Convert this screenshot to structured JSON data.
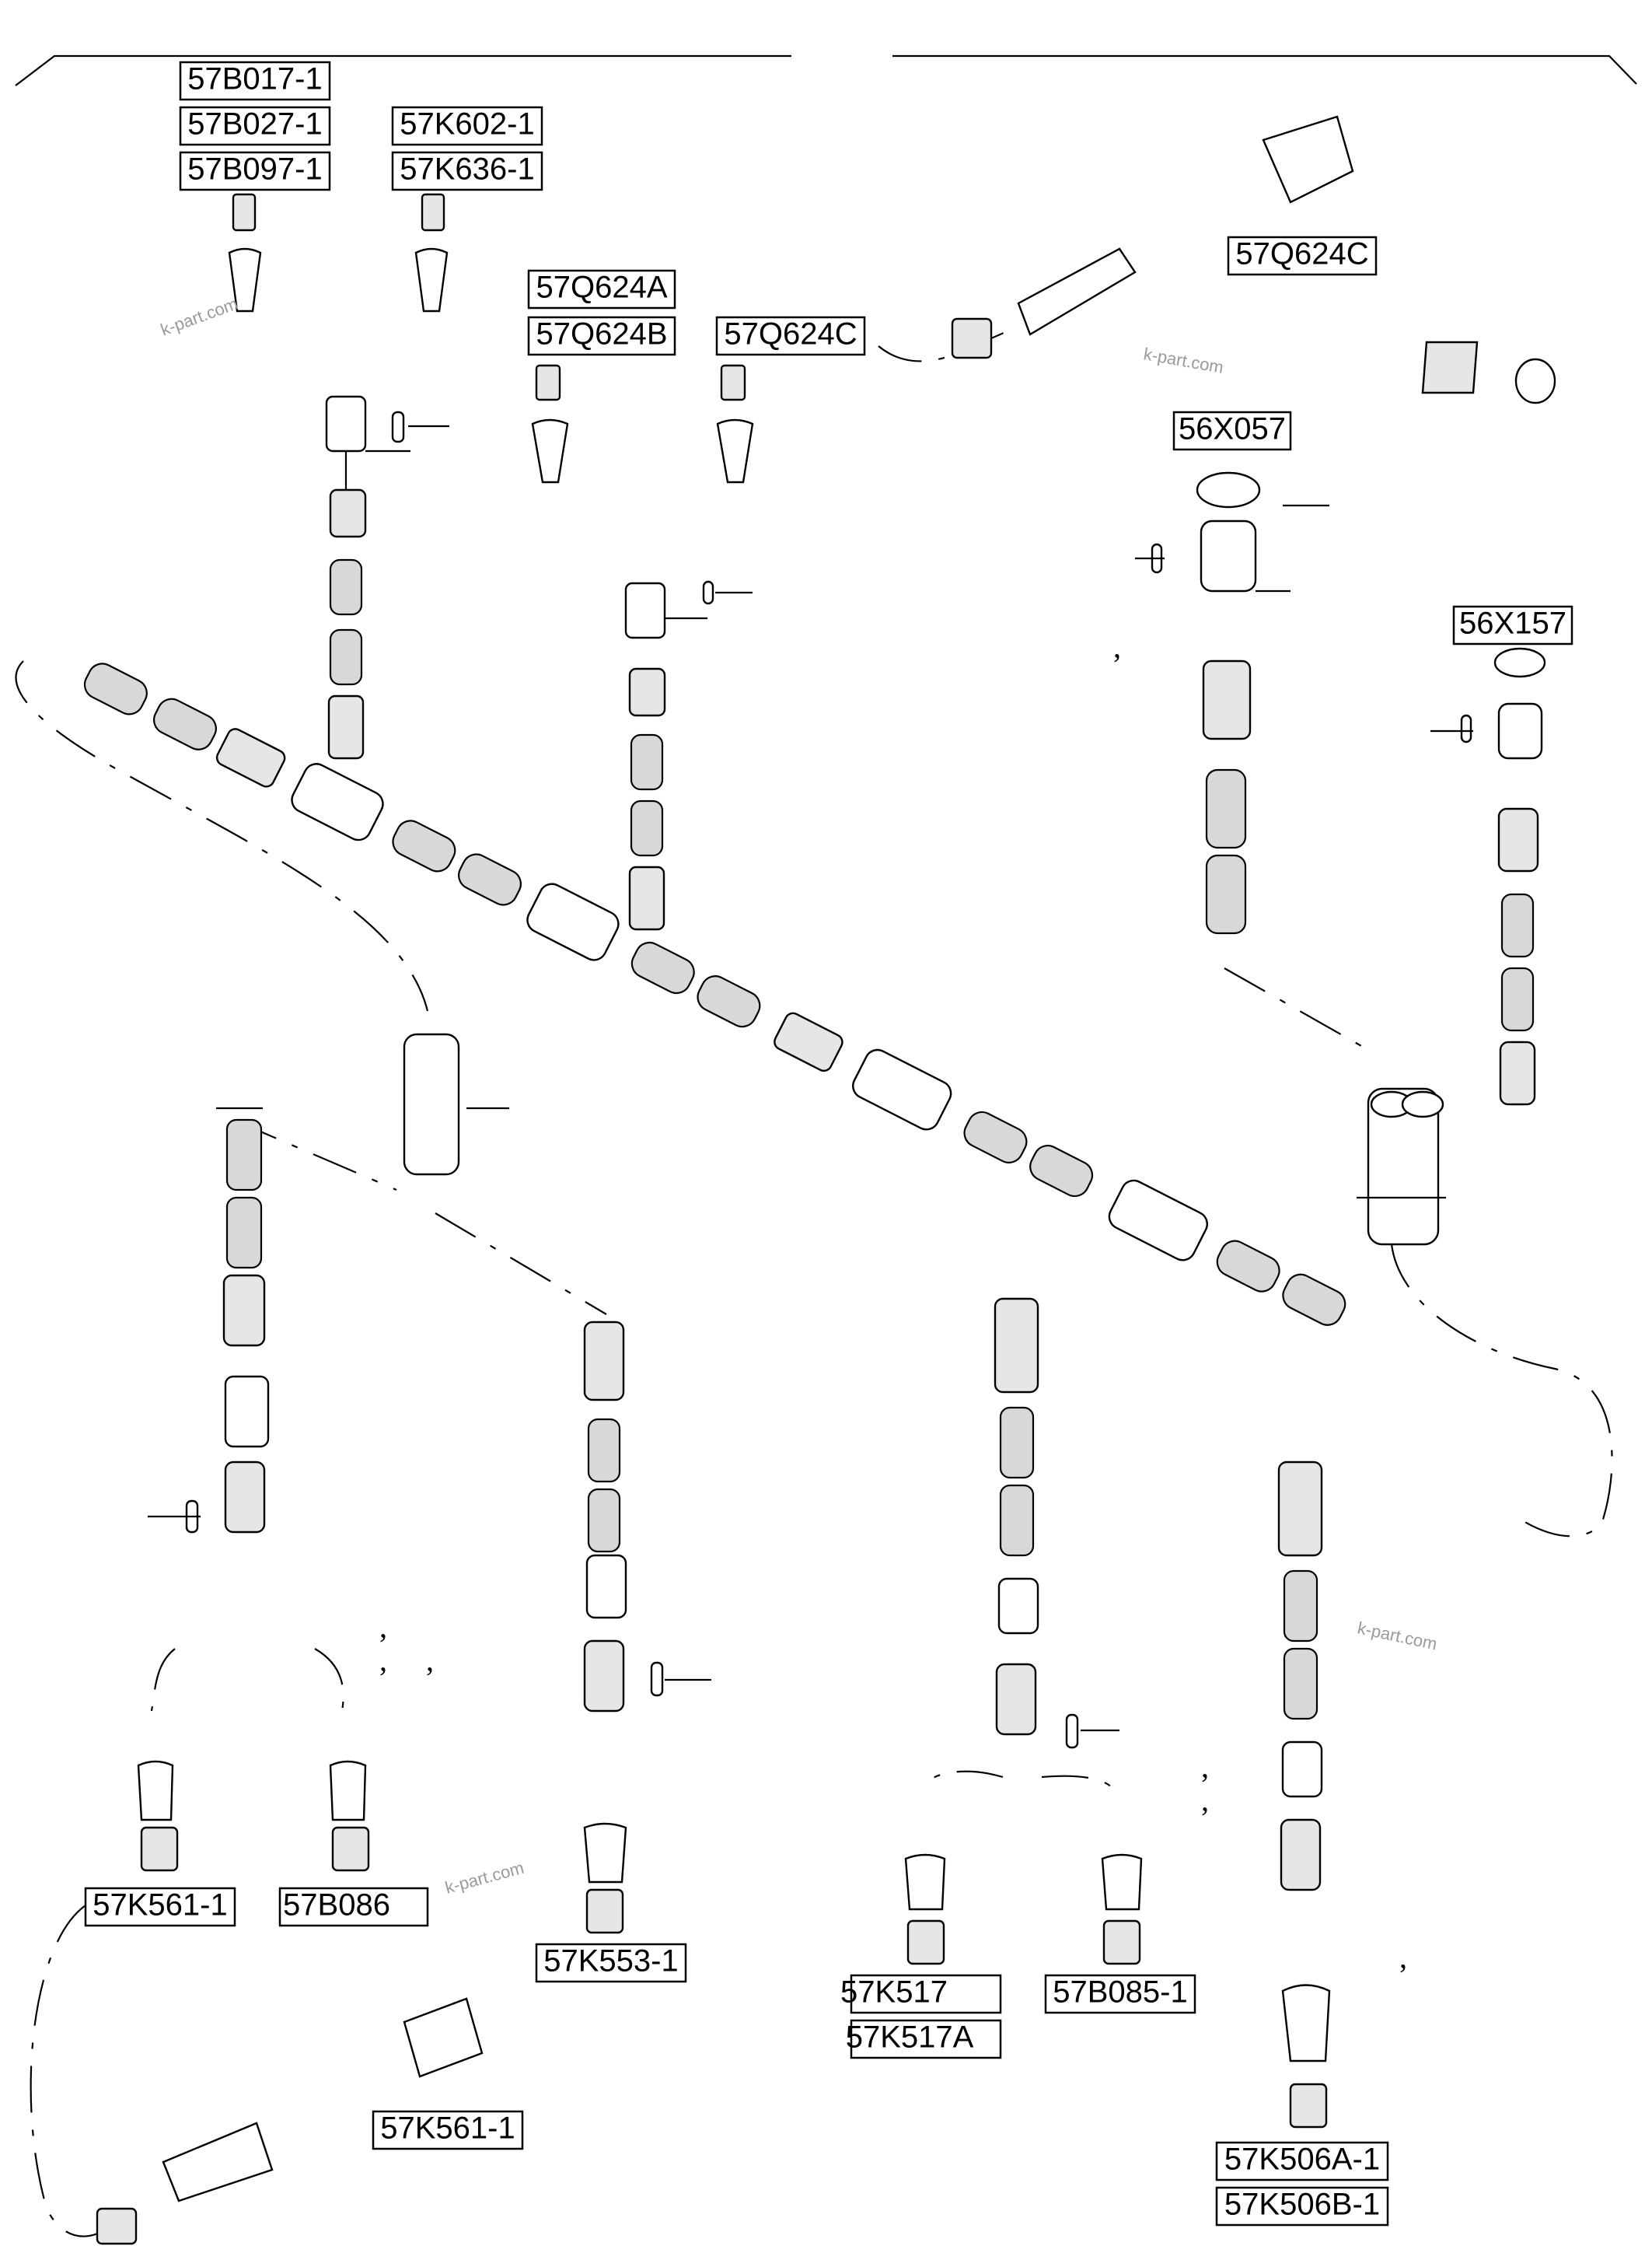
{
  "labels": [
    "57B017-1",
    "57B027-1",
    "57B097-1",
    "57K602-1",
    "57K636-1",
    "57Q624C",
    "57Q624A",
    "57Q624B",
    "57Q624C",
    "56X057",
    "56X157",
    "57K561-1",
    "57B086",
    "57K553-1",
    "57K517",
    "57K517A",
    "57B085-1",
    "57K561-1",
    "57K506A-1",
    "57K506B-1"
  ],
  "watermarks": [
    "k-part.com",
    "k-part.com",
    "k-part.com",
    "k-part.com"
  ]
}
